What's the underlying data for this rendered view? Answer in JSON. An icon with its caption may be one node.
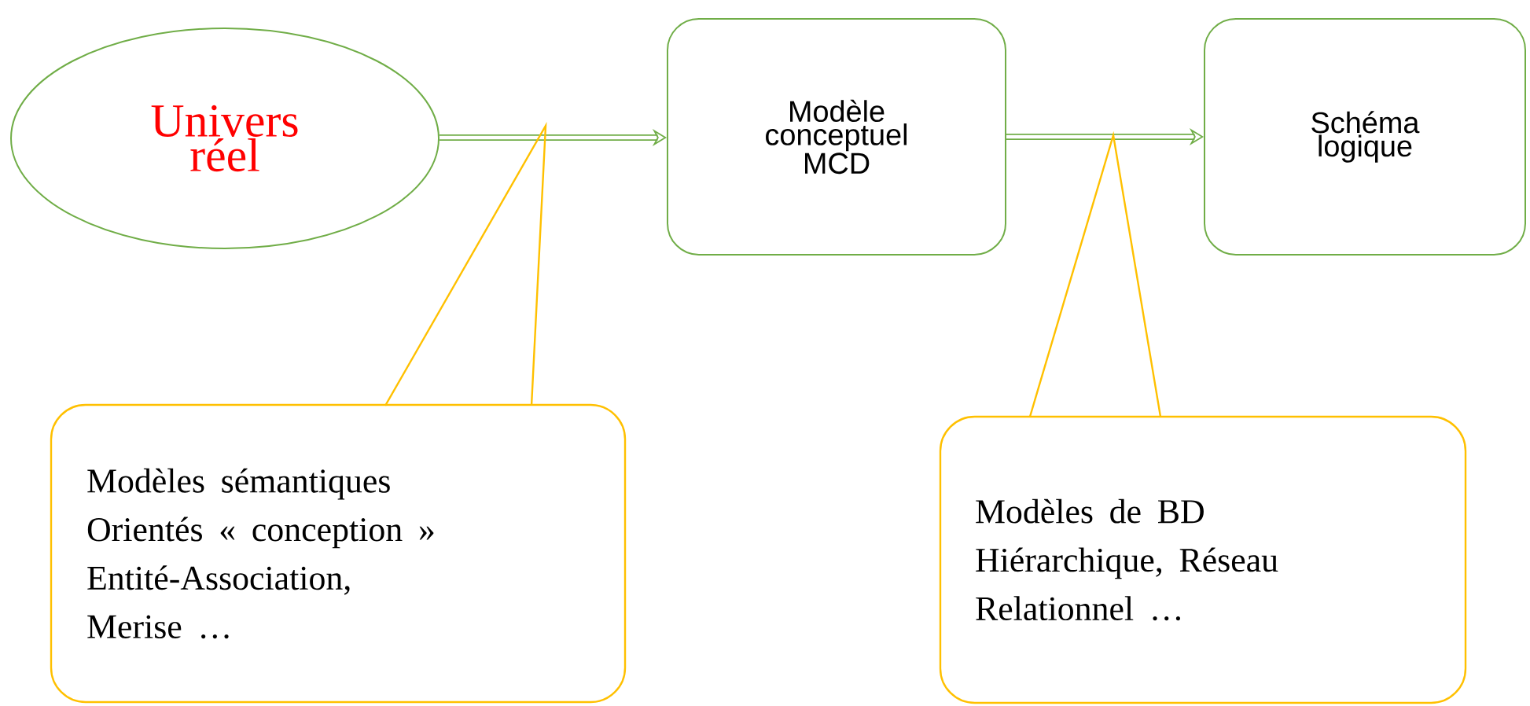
{
  "diagram": {
    "nodes": [
      {
        "text": [
          "Univers réel"
        ]
      },
      {
        "text": [
          "Modèle conceptuel MCD"
        ]
      },
      {
        "text": [
          "Schéma logique"
        ]
      },
      {
        "text": [
          "Modèles sémantiques",
          "Orientés « conception »",
          "Entité-Association,",
          "Merise …"
        ]
      },
      {
        "text": [
          "Modèles de BD",
          "Hiérarchique, Réseau",
          "Relationnel …"
        ]
      }
    ],
    "edges": [
      {
        "from": 0,
        "to": 1,
        "arrow": "to",
        "style": "thick"
      },
      {
        "from": 1,
        "to": 2,
        "arrow": "to",
        "style": "thick"
      },
      {
        "from": 3,
        "to": null,
        "arrow": "none",
        "color": "#ffc000"
      },
      {
        "from": 4,
        "to": null,
        "arrow": "none",
        "color": "#ffc000"
      }
    ]
  }
}
